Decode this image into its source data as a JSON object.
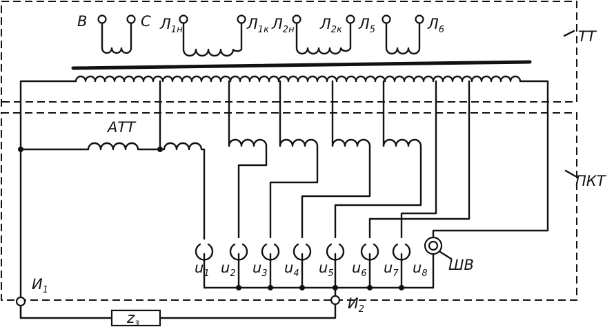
{
  "top_terminals": [
    {
      "text": "В",
      "sub": ""
    },
    {
      "text": "С",
      "sub": ""
    },
    {
      "text": "Л",
      "sub": "1н"
    },
    {
      "text": "Л",
      "sub": "1к"
    },
    {
      "text": "Л",
      "sub": "2н"
    },
    {
      "text": "Л",
      "sub": "2к"
    },
    {
      "text": "Л",
      "sub": "5"
    },
    {
      "text": "Л",
      "sub": "6"
    }
  ],
  "block_labels": {
    "tt": "ТТ",
    "pkt": "ПКТ",
    "att": "АТТ"
  },
  "sockets": [
    {
      "text": "u",
      "sub": "1"
    },
    {
      "text": "u",
      "sub": "2"
    },
    {
      "text": "u",
      "sub": "3"
    },
    {
      "text": "u",
      "sub": "4"
    },
    {
      "text": "u",
      "sub": "5"
    },
    {
      "text": "u",
      "sub": "6"
    },
    {
      "text": "u",
      "sub": "7"
    },
    {
      "text": "u",
      "sub": "8"
    }
  ],
  "shv": "ШВ",
  "i1": {
    "text": "И",
    "sub": "1"
  },
  "i2": {
    "text": "И",
    "sub": "2"
  },
  "load": {
    "text": "z",
    "sub": "з"
  }
}
